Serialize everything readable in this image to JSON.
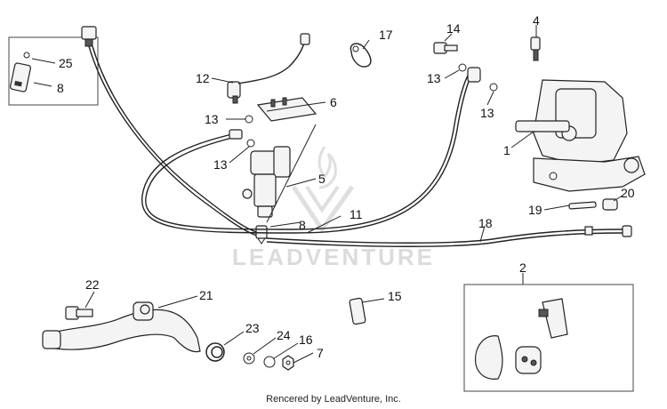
{
  "diagram": {
    "callouts": [
      "1",
      "2",
      "4",
      "5",
      "6",
      "7",
      "8",
      "8",
      "11",
      "12",
      "13",
      "13",
      "13",
      "13",
      "14",
      "15",
      "16",
      "17",
      "18",
      "19",
      "20",
      "21",
      "22",
      "23",
      "24",
      "25"
    ],
    "watermark": "LEADVENTURE",
    "footer": "Rencered by LeadVenture, Inc."
  }
}
